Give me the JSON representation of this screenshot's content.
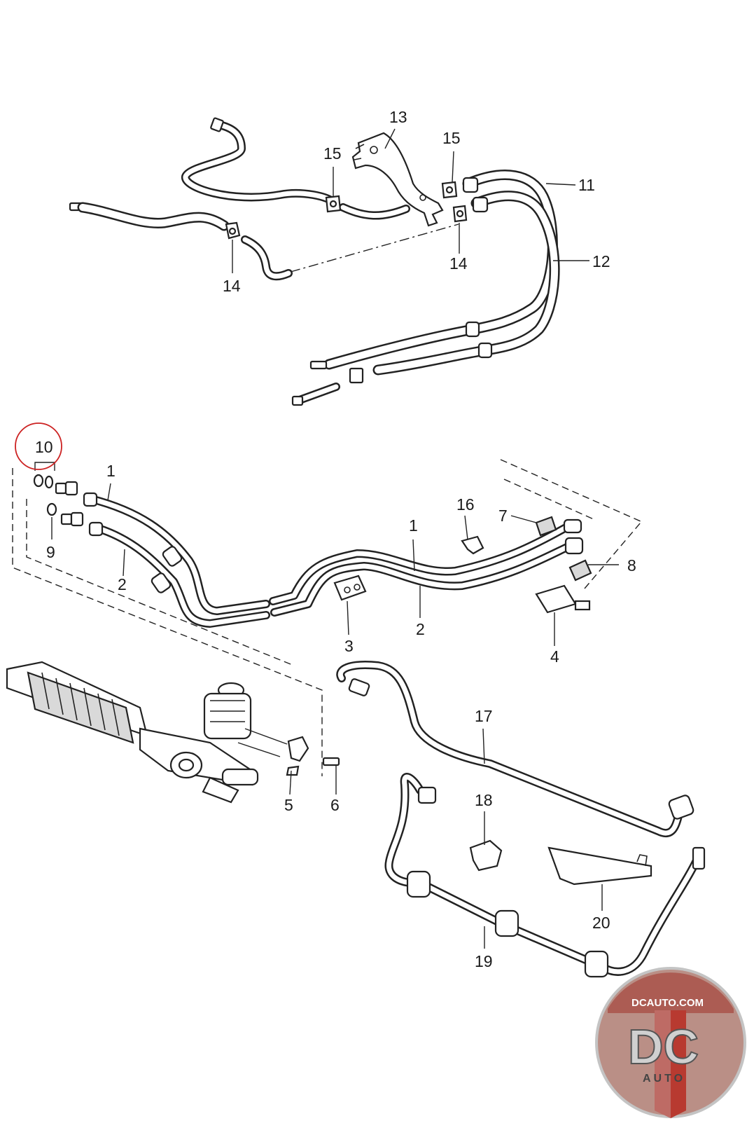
{
  "diagram": {
    "callouts": {
      "c1a": "1",
      "c1b": "1",
      "c2a": "2",
      "c2b": "2",
      "c3": "3",
      "c4": "4",
      "c5": "5",
      "c6": "6",
      "c7": "7",
      "c8": "8",
      "c9": "9",
      "c10": "10",
      "c11": "11",
      "c12": "12",
      "c13": "13",
      "c14a": "14",
      "c14b": "14",
      "c15a": "15",
      "c15b": "15",
      "c16": "16",
      "c17": "17",
      "c18": "18",
      "c19": "19",
      "c20": "20"
    },
    "highlight_color": "#cc2222"
  },
  "watermark": {
    "url": "DCAUTO.COM",
    "brand": "DC",
    "subtitle": "AUTO"
  }
}
